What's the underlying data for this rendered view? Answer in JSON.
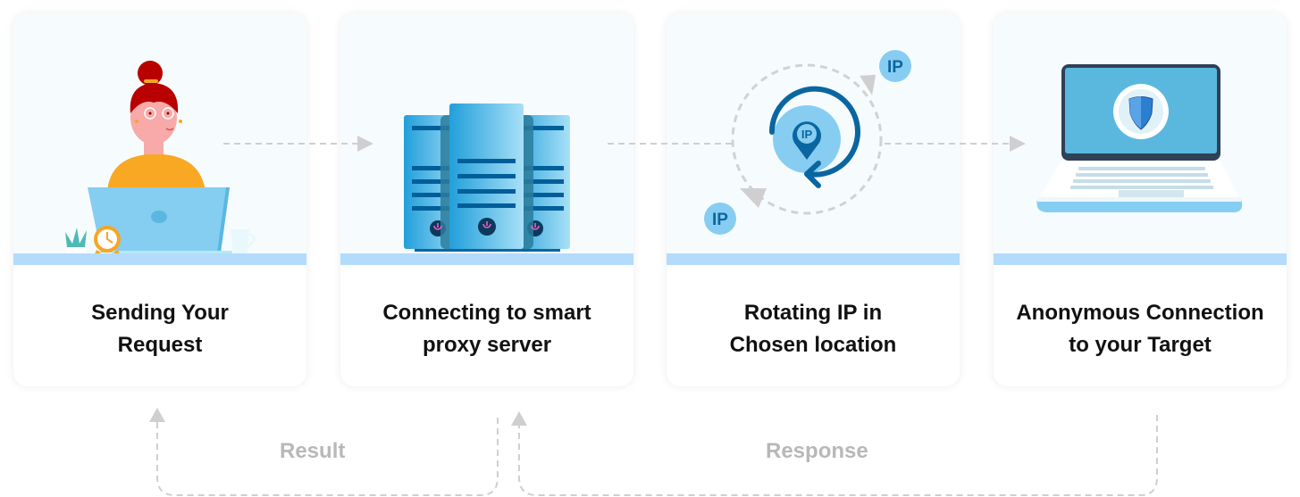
{
  "steps": [
    {
      "label_line1": "Sending Your",
      "label_line2": "Request",
      "icon": "person-at-laptop-icon"
    },
    {
      "label_line1": "Connecting to smart",
      "label_line2": "proxy server",
      "icon": "server-rack-icon"
    },
    {
      "label_line1": "Rotating IP in",
      "label_line2": "Chosen location",
      "icon": "rotating-ip-icon"
    },
    {
      "label_line1": "Anonymous Connection",
      "label_line2": "to your Target",
      "icon": "secure-laptop-icon"
    }
  ],
  "ip_badge": "IP",
  "flows": {
    "result_label": "Result",
    "response_label": "Response"
  },
  "colors": {
    "card_art_bg": "#f6fcfe",
    "band": "#b3dbfb",
    "primary_blue": "#0a66a0",
    "light_blue": "#87cdf2",
    "arrow_gray": "#cfcfcf",
    "flow_text": "#b8b8b8"
  }
}
